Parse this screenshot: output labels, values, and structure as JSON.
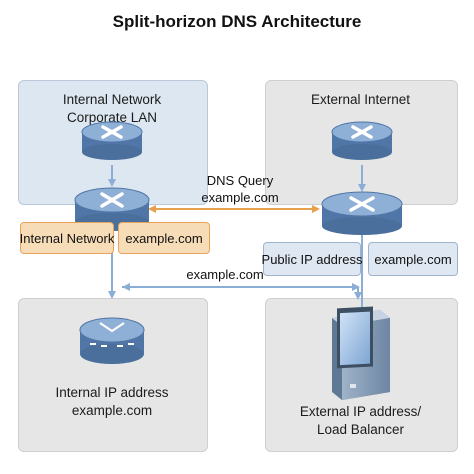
{
  "title": "Split-horizon DNS Architecture",
  "panels": {
    "internal_network": {
      "line1": "Internal Network",
      "line2": "Corporate LAN"
    },
    "external_internet": {
      "line1": "External Internet"
    },
    "internal_servers": {
      "line1": "Internal IP address",
      "line2": "example.com"
    },
    "external_servers": {
      "line1": "External IP address/",
      "line2": "Load Balancer"
    }
  },
  "labels": {
    "internal_network_tag": "Internal Network",
    "internal_domain_tag": "example.com",
    "public_ip_tag": "Public IP address",
    "external_domain_tag": "example.com"
  },
  "flows": {
    "dns_query_line1": "DNS Query",
    "dns_query_line2": "example.com",
    "middle_domain": "example.com"
  },
  "colors": {
    "router_body": "#5f86b5",
    "router_top": "#8fb0d6",
    "blue_arrow": "#8aaed6",
    "orange_arrow": "#e7a04c"
  },
  "icons": [
    "router-icon",
    "switch-icon",
    "server-icon",
    "arrow-icon"
  ]
}
